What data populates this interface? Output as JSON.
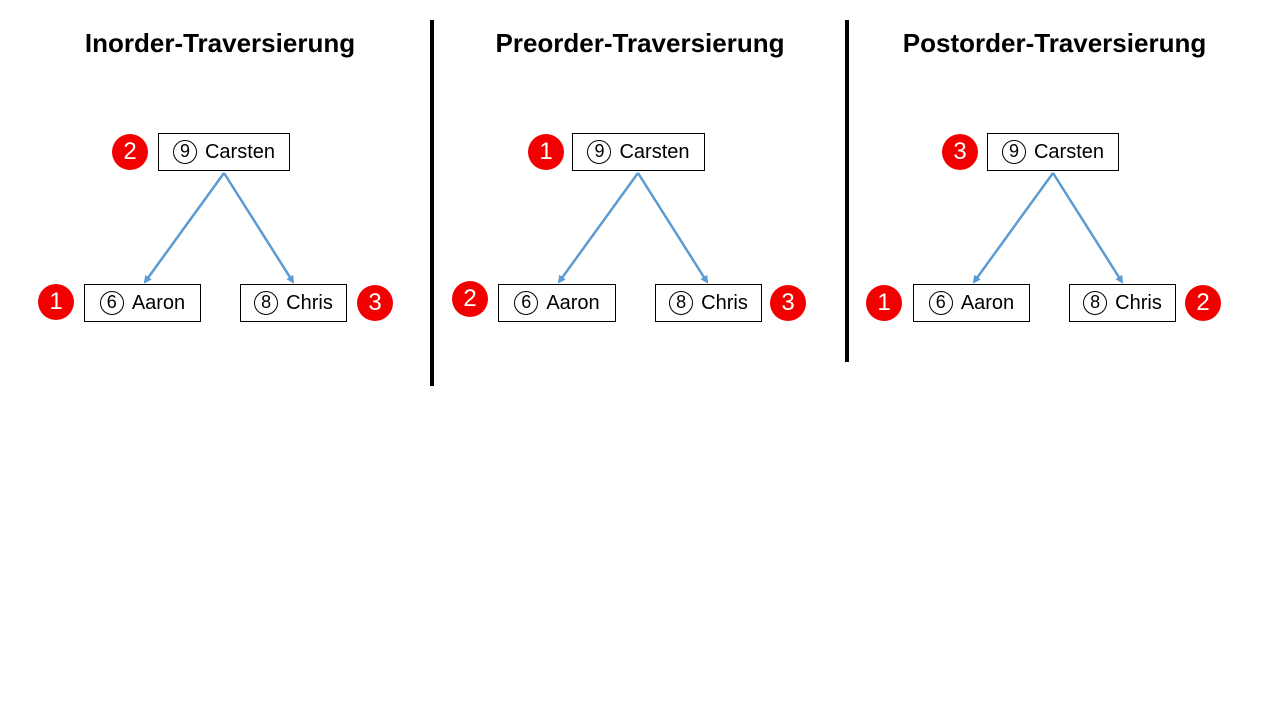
{
  "colors": {
    "badge": "#f20000",
    "edge": "#5b9bd5",
    "divider": "#000000"
  },
  "panels": [
    {
      "title": "Inorder-Traversierung",
      "root": {
        "key": "9",
        "name": "Carsten",
        "order": "2"
      },
      "left": {
        "key": "6",
        "name": "Aaron",
        "order": "1"
      },
      "right": {
        "key": "8",
        "name": "Chris",
        "order": "3"
      }
    },
    {
      "title": "Preorder-Traversierung",
      "root": {
        "key": "9",
        "name": "Carsten",
        "order": "1"
      },
      "left": {
        "key": "6",
        "name": "Aaron",
        "order": "2"
      },
      "right": {
        "key": "8",
        "name": "Chris",
        "order": "3"
      }
    },
    {
      "title": "Postorder-Traversierung",
      "root": {
        "key": "9",
        "name": "Carsten",
        "order": "3"
      },
      "left": {
        "key": "6",
        "name": "Aaron",
        "order": "1"
      },
      "right": {
        "key": "8",
        "name": "Chris",
        "order": "2"
      }
    }
  ]
}
